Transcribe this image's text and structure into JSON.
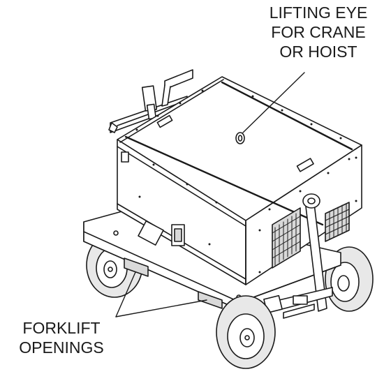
{
  "diagram": {
    "callouts": {
      "lifting_eye": {
        "lines": [
          "LIFTING EYE",
          "FOR CRANE",
          "OR HOIST"
        ]
      },
      "forklift_openings": {
        "lines": [
          "FORKLIFT",
          "OPENINGS"
        ]
      }
    },
    "colors": {
      "line": "#1a1a1a",
      "fill": "#ffffff",
      "shade": "#d9d9d9",
      "tire": "#e8e8e8"
    }
  }
}
